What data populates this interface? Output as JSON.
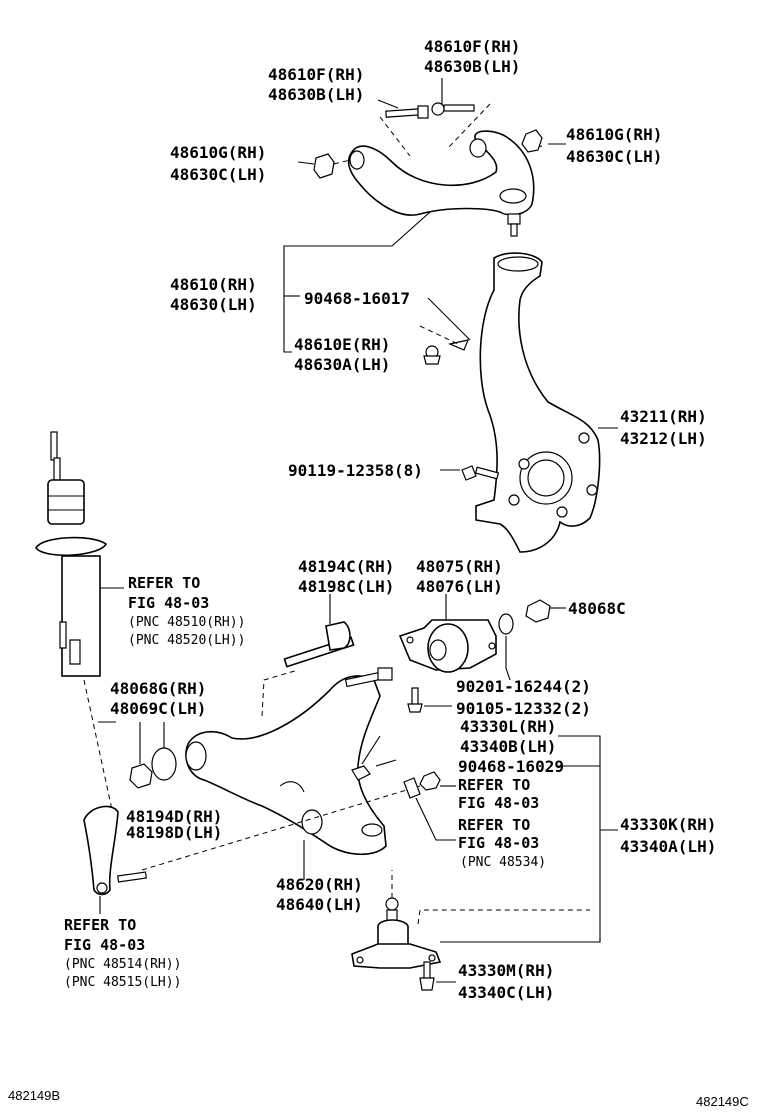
{
  "colors": {
    "ink": "#000000",
    "paper": "#ffffff"
  },
  "callouts": {
    "bolt_top_right": [
      "48610F(RH)",
      "48630B(LH)"
    ],
    "bolt_top_left": [
      "48610F(RH)",
      "48630B(LH)"
    ],
    "nut_right": [
      "48610G(RH)",
      "48630C(LH)"
    ],
    "nut_left": [
      "48610G(RH)",
      "48630C(LH)"
    ],
    "upper_arm": [
      "48610(RH)",
      "48630(LH)"
    ],
    "clip_upper": "90468-16017",
    "upper_arm_sub": [
      "48610E(RH)",
      "48630A(LH)"
    ],
    "knuckle": [
      "43211(RH)",
      "43212(LH)"
    ],
    "knuckle_bolt": "90119-12358(8)",
    "lower_bolt": [
      "48194C(RH)",
      "48198C(LH)"
    ],
    "bushing": [
      "48075(RH)",
      "48076(LH)"
    ],
    "nut_48068c": "48068C",
    "washer_90201": "90201-16244(2)",
    "bolt_90105": "90105-12332(2)",
    "stab_nut": [
      "48068G(RH)",
      "48069C(LH)"
    ],
    "ball_joint_sub": [
      "43330L(RH)",
      "43340B(LH)"
    ],
    "clip_lower": "90468-16029",
    "lower_bolt_d": [
      "48194D(RH)",
      "48198D(LH)"
    ],
    "lower_arm": [
      "48620(RH)",
      "48640(LH)"
    ],
    "ball_joint": [
      "43330K(RH)",
      "43340A(LH)"
    ],
    "ball_joint_bolt": [
      "43330M(RH)",
      "43340C(LH)"
    ]
  },
  "refs": {
    "shock": [
      "REFER TO",
      "FIG 48-03",
      "(PNC 48510(RH))",
      "(PNC 48520(LH))"
    ],
    "nut_ref": [
      "REFER TO",
      "FIG 48-03"
    ],
    "bracket_ref": [
      "REFER TO",
      "FIG 48-03",
      "(PNC 48534)"
    ],
    "stab_link": [
      "REFER TO",
      "FIG 48-03",
      "(PNC 48514(RH))",
      "(PNC 48515(LH))"
    ]
  },
  "footer": {
    "left_code": "482149B",
    "right_code": "482149C"
  }
}
